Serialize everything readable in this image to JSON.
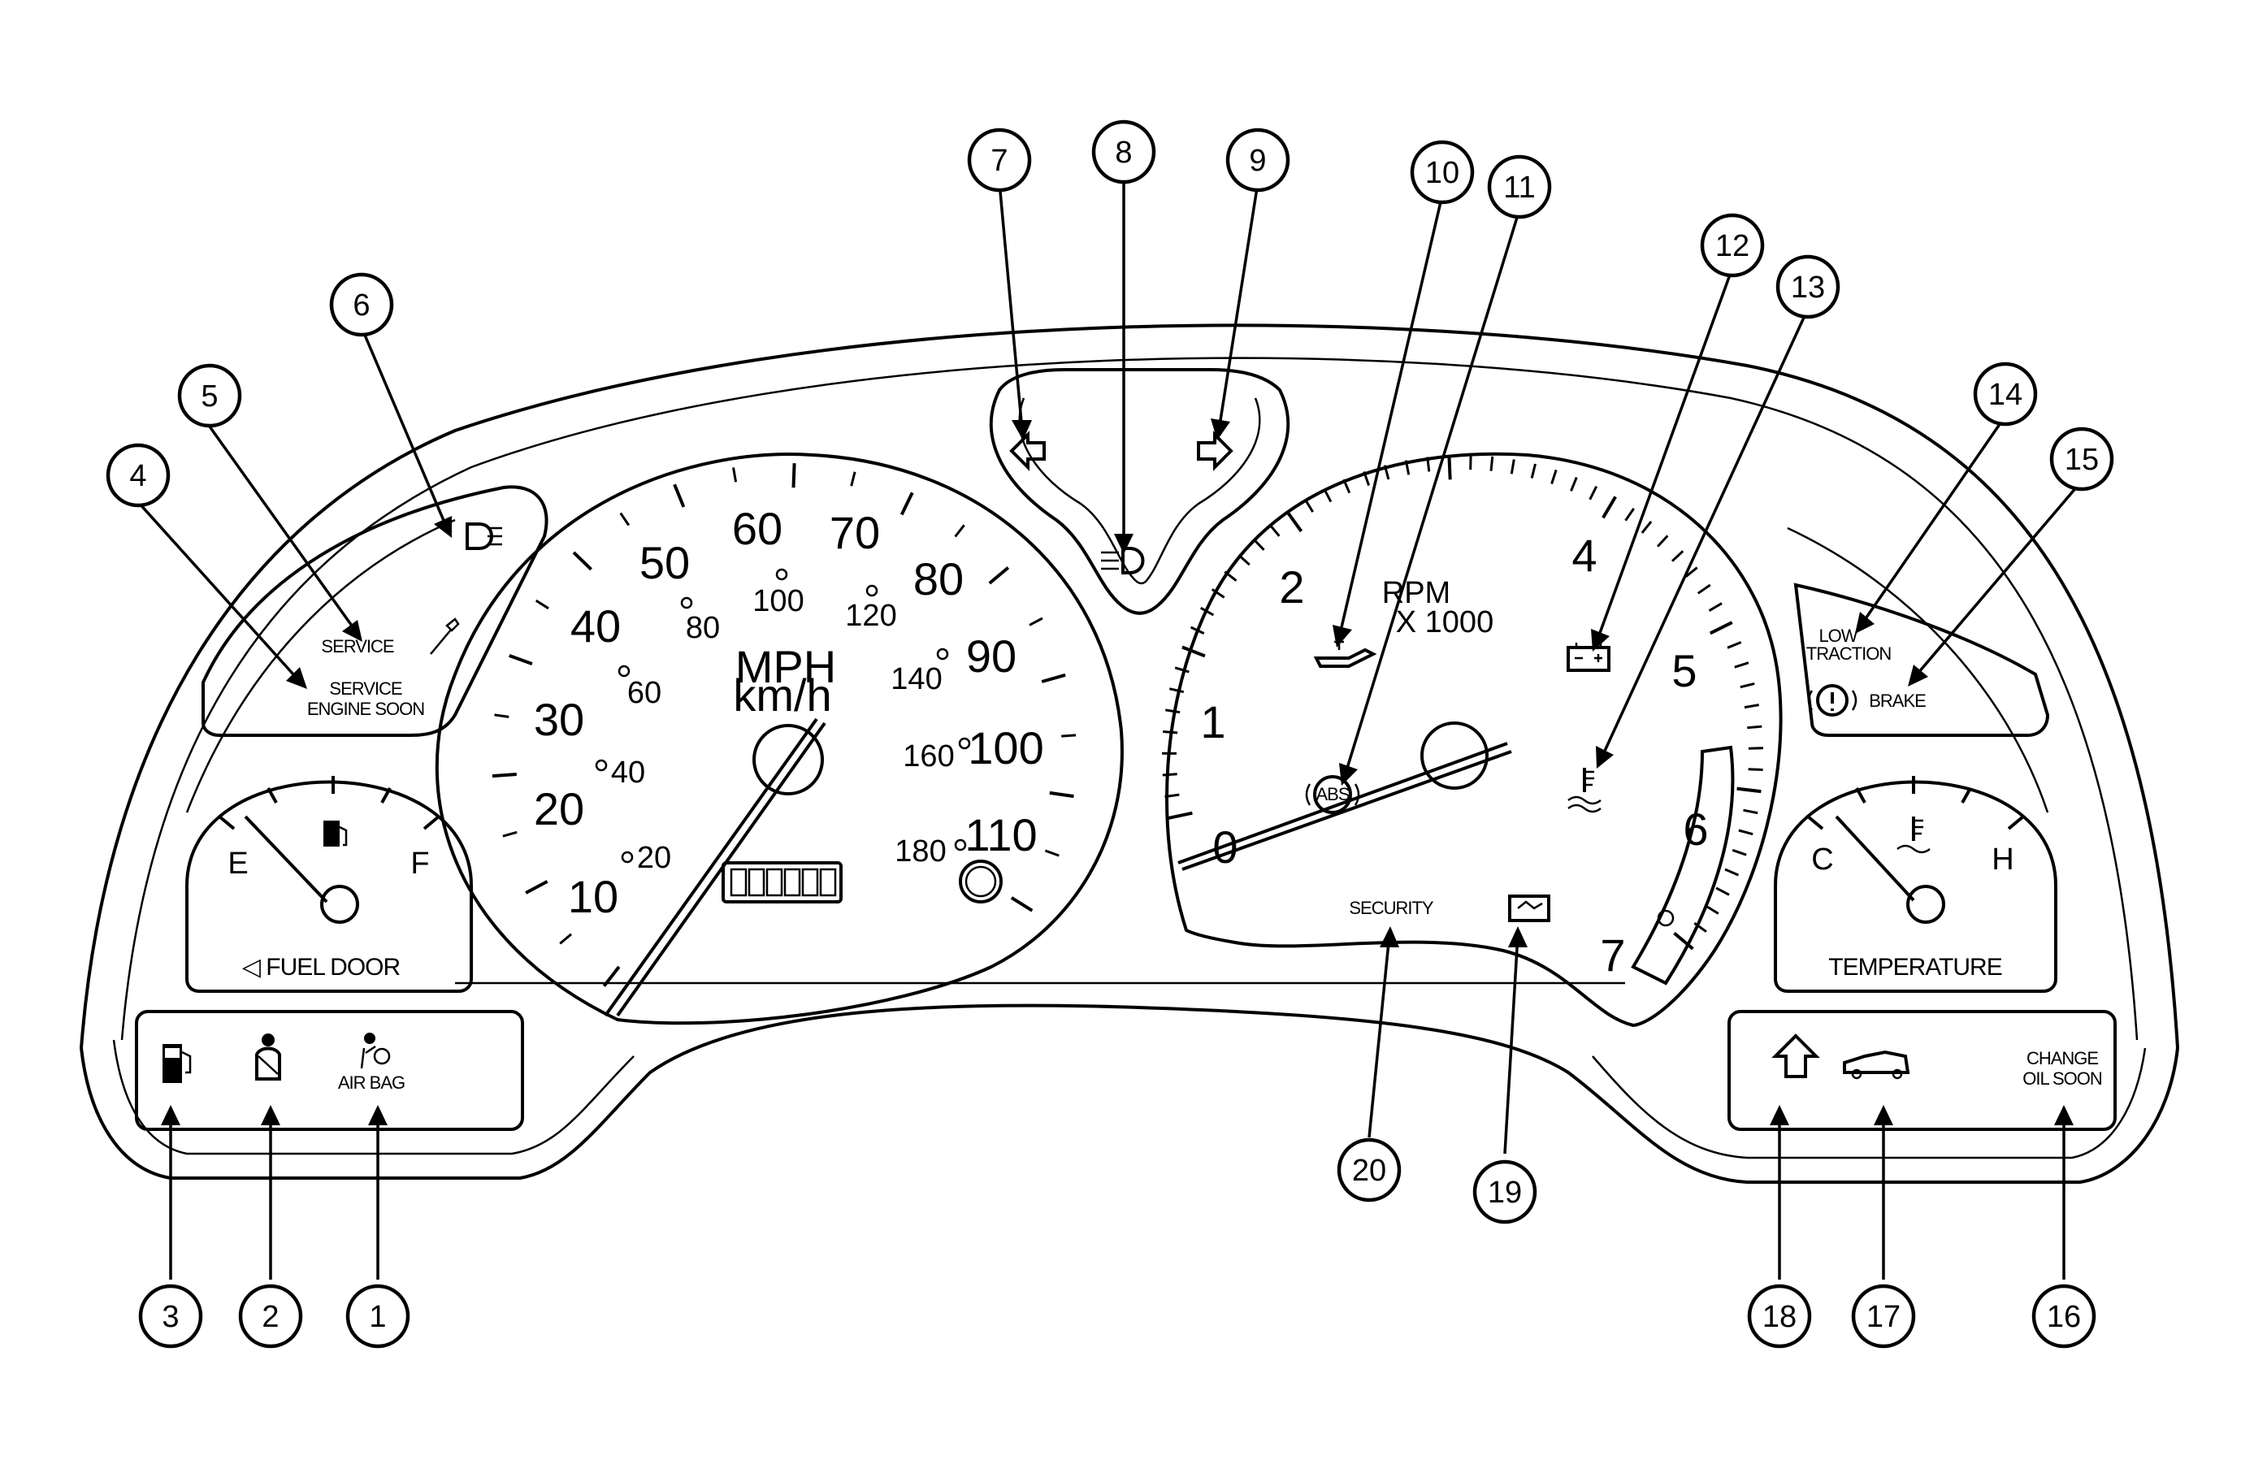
{
  "speedometer": {
    "unit_mph": "MPH",
    "unit_kmh": "km/h",
    "mph_labels": [
      "10",
      "20",
      "30",
      "40",
      "50",
      "60",
      "70",
      "80",
      "90",
      "100",
      "110"
    ],
    "kmh_labels": [
      "20",
      "40",
      "60",
      "80",
      "100",
      "120",
      "140",
      "160",
      "180"
    ]
  },
  "tachometer": {
    "unit": "RPM",
    "multiplier": "X 1000",
    "labels": [
      "0",
      "1",
      "2",
      "4",
      "5",
      "6",
      "7"
    ]
  },
  "fuel_gauge": {
    "empty_label": "E",
    "full_label": "F",
    "fuel_door_label": "◁ FUEL DOOR",
    "icon": "fuel-pump-icon"
  },
  "temp_gauge": {
    "cold_label": "C",
    "hot_label": "H",
    "title": "TEMPERATURE",
    "icon": "coolant-temp-icon"
  },
  "indicators": {
    "service": "SERVICE",
    "service_engine_soon_1": "SERVICE",
    "service_engine_soon_2": "ENGINE SOON",
    "low_traction_1": "LOW",
    "low_traction_2": "TRACTION",
    "brake": "BRAKE",
    "security": "SECURITY",
    "airbag": "AIR BAG",
    "change_oil_1": "CHANGE",
    "change_oil_2": "OIL SOON",
    "abs": "ABS"
  },
  "callouts": [
    "1",
    "2",
    "3",
    "4",
    "5",
    "6",
    "7",
    "8",
    "9",
    "10",
    "11",
    "12",
    "13",
    "14",
    "15",
    "16",
    "17",
    "18",
    "19",
    "20"
  ]
}
